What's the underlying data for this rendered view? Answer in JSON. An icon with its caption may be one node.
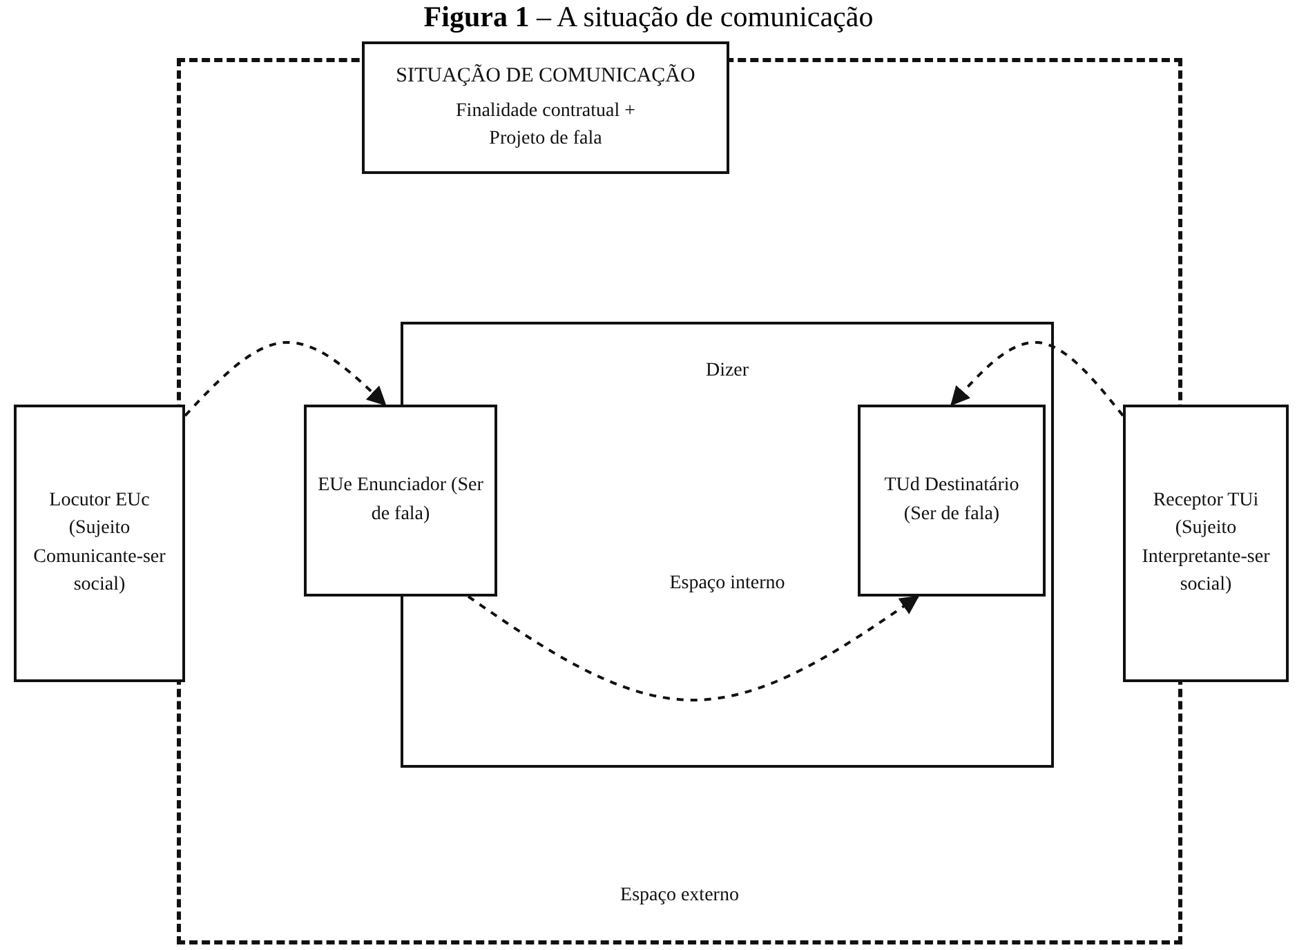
{
  "diagram": {
    "title": "**Figura 1** – A situação de comunicação",
    "nodes": [
      {
        "text": [
          "Espaço externo"
        ]
      },
      {
        "text": [
          "SITUAÇÃO DE COMUNICAÇÃO",
          "Finalidade contratual + Projeto de fala"
        ]
      },
      {
        "text": [
          "Dizer",
          "Espaço interno"
        ],
        "in": 0
      },
      {
        "text": [
          "Locutor EUc (Sujeito Comunicante-ser social)"
        ]
      },
      {
        "text": [
          "EUe Enunciador (Ser de fala)"
        ],
        "in": 0
      },
      {
        "text": [
          "TUd Destinatário (Ser de fala)"
        ],
        "in": 2
      },
      {
        "text": [
          "Receptor TUi (Sujeito Interpretante-ser social)"
        ]
      }
    ],
    "edges": [
      {
        "from": 3,
        "to": 4,
        "arrow": "to",
        "style": "dashed"
      },
      {
        "from": 6,
        "to": 5,
        "arrow": "to",
        "style": "dashed"
      },
      {
        "from": 4,
        "to": 5,
        "arrow": "to",
        "style": "dashed"
      }
    ]
  }
}
